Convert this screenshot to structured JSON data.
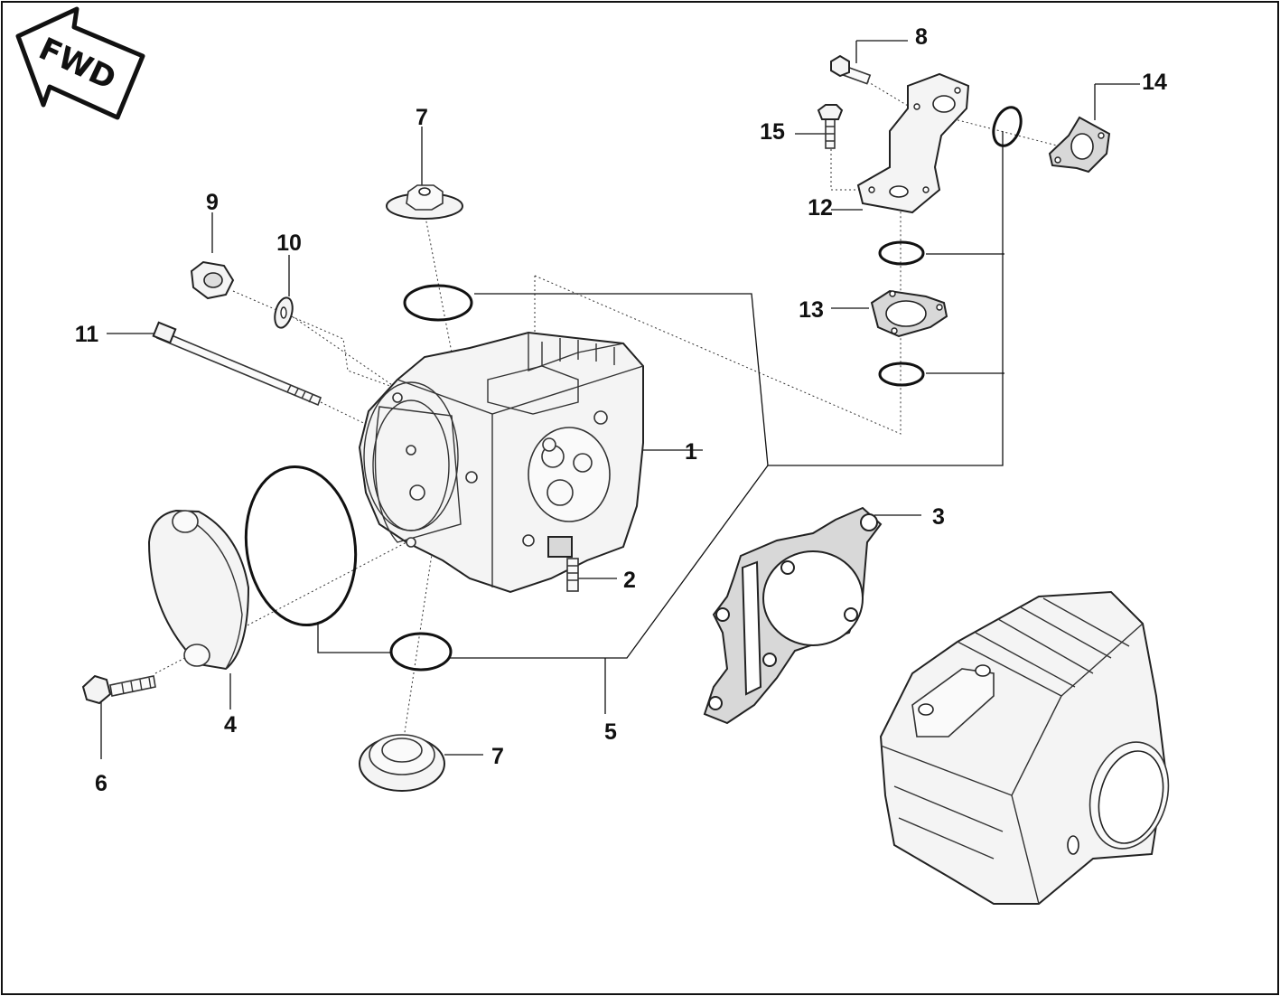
{
  "badge": {
    "text": "FWD"
  },
  "callouts": [
    {
      "id": "c1",
      "label": "1"
    },
    {
      "id": "c2",
      "label": "2"
    },
    {
      "id": "c3",
      "label": "3"
    },
    {
      "id": "c4",
      "label": "4"
    },
    {
      "id": "c5",
      "label": "5"
    },
    {
      "id": "c6",
      "label": "6"
    },
    {
      "id": "c7a",
      "label": "7"
    },
    {
      "id": "c7b",
      "label": "7"
    },
    {
      "id": "c8",
      "label": "8"
    },
    {
      "id": "c9",
      "label": "9"
    },
    {
      "id": "c10",
      "label": "10"
    },
    {
      "id": "c11",
      "label": "11"
    },
    {
      "id": "c12",
      "label": "12"
    },
    {
      "id": "c13",
      "label": "13"
    },
    {
      "id": "c14",
      "label": "14"
    },
    {
      "id": "c15",
      "label": "15"
    }
  ]
}
